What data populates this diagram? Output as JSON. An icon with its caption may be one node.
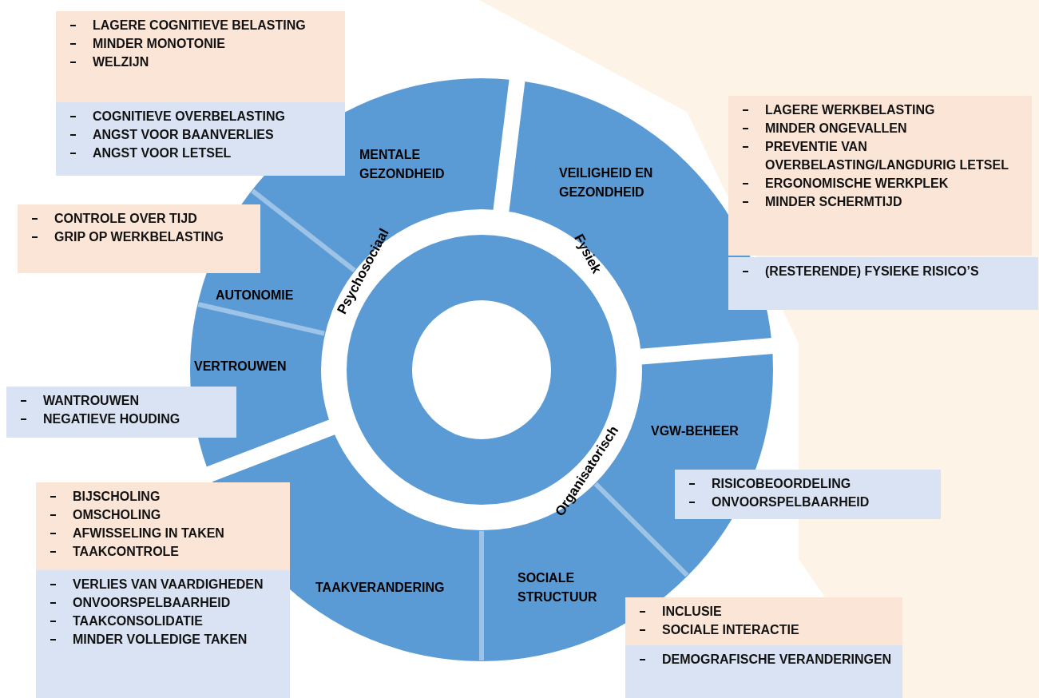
{
  "diagram": {
    "nodes": [
      {
        "text": [
          "MENTALE GEZONDHEID"
        ]
      },
      {
        "text": [
          "VEILIGHEID EN GEZONDHEID"
        ]
      },
      {
        "text": [
          "AUTONOMIE"
        ]
      },
      {
        "text": [
          "VERTROUWEN"
        ]
      },
      {
        "text": [
          "VGW-BEHEER"
        ]
      },
      {
        "text": [
          "TAAKVERANDERING"
        ]
      },
      {
        "text": [
          "SOCIALE STRUCTUUR"
        ]
      },
      {
        "text": [
          "Psychosociaal"
        ]
      },
      {
        "text": [
          "Fysiek"
        ]
      },
      {
        "text": [
          "Organisatorisch"
        ]
      },
      {
        "text": [
          "LAGERE COGNITIEVE BELASTING",
          "MINDER MONOTONIE",
          "WELZIJN"
        ]
      },
      {
        "text": [
          "COGNITIEVE OVERBELASTING",
          "ANGST VOOR BAANVERLIES",
          "ANGST VOOR LETSEL"
        ]
      },
      {
        "text": [
          "CONTROLE OVER TIJD",
          "GRIP OP WERKBELASTING"
        ]
      },
      {
        "text": [
          "WANTROUWEN",
          "NEGATIEVE HOUDING"
        ]
      },
      {
        "text": [
          "BIJSCHOLING",
          "OMSCHOLING",
          "AFWISSELING IN TAKEN",
          "TAAKCONTROLE"
        ]
      },
      {
        "text": [
          "VERLIES VAN VAARDIGHEDEN",
          "ONVOORSPELBAARHEID",
          "TAAKCONSOLIDATIE",
          "MINDER VOLLEDIGE TAKEN"
        ]
      },
      {
        "text": [
          "LAGERE WERKBELASTING",
          "MINDER ONGEVALLEN",
          "PREVENTIE VAN OVERBELASTING/LANGDURIG LETSEL",
          "ERGONOMISCHE WERKPLEK",
          "MINDER SCHERMTIJD"
        ]
      },
      {
        "text": [
          "(RESTERENDE) FYSIEKE RISICO’S"
        ]
      },
      {
        "text": [
          "RISICOBEOORDELING",
          "ONVOORSPELBAARHEID"
        ]
      },
      {
        "text": [
          "INCLUSIE",
          "SOCIALE INTERACTIE"
        ]
      },
      {
        "text": [
          "DEMOGRAFISCHE VERANDERINGEN"
        ]
      }
    ],
    "edges": []
  }
}
